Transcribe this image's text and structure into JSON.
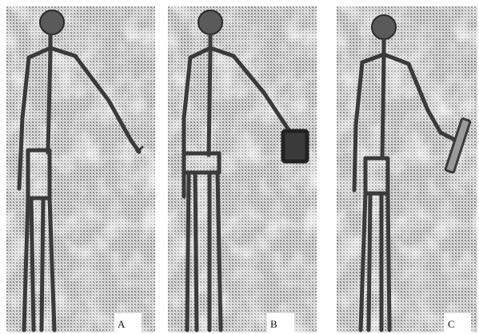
{
  "panels": [
    {
      "id": "a",
      "label": "A"
    },
    {
      "id": "b",
      "label": "B"
    },
    {
      "id": "c",
      "label": "C"
    }
  ]
}
